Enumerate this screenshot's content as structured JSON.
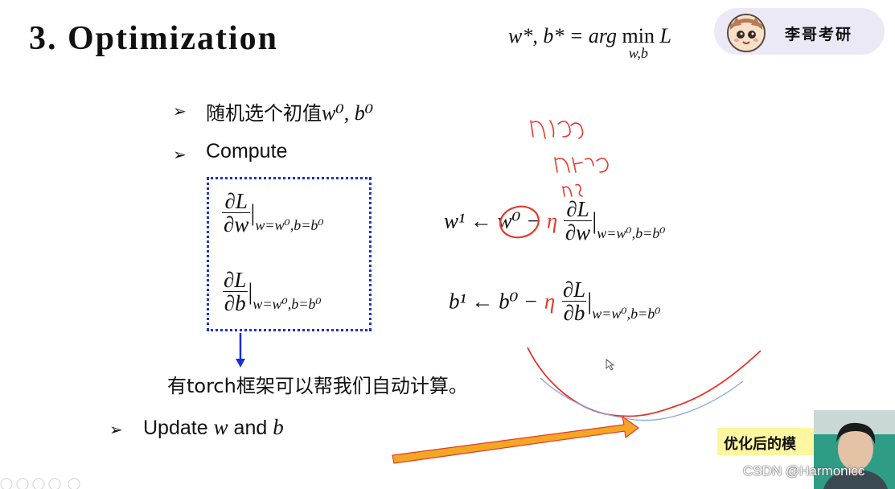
{
  "title": "3. Optimization",
  "objective": {
    "lhs": "w*, b* = arg",
    "op": "min",
    "sub": "w,b",
    "var": "L"
  },
  "badge": {
    "name": "李哥考研"
  },
  "bullets": {
    "b1_text": "随机选个初值",
    "b1_math": "w⁰, b⁰",
    "b2_text": "Compute",
    "b3_text_1": "Update",
    "b3_var_1": "w",
    "b3_text_2": "and",
    "b3_var_2": "b"
  },
  "gradients": {
    "dL": "∂L",
    "dw": "∂w",
    "db": "∂b",
    "eval_at": "w=w⁰,b=b⁰"
  },
  "updates": {
    "w_lhs": "w¹ ← w⁰ −",
    "b_lhs": "b¹ ← b⁰ −",
    "eta": "η"
  },
  "note": "有torch框架可以帮我们自动计算。",
  "overlay_label": "优化后的模",
  "watermark": "CSDN @Harmonicc",
  "colors": {
    "box_border": "#1a2fd6",
    "arrow_blue": "#1a2fd6",
    "annotation_red": "#e23b2e",
    "highlight_orange": "#f5a623",
    "label_yellow": "#fff7a0"
  }
}
